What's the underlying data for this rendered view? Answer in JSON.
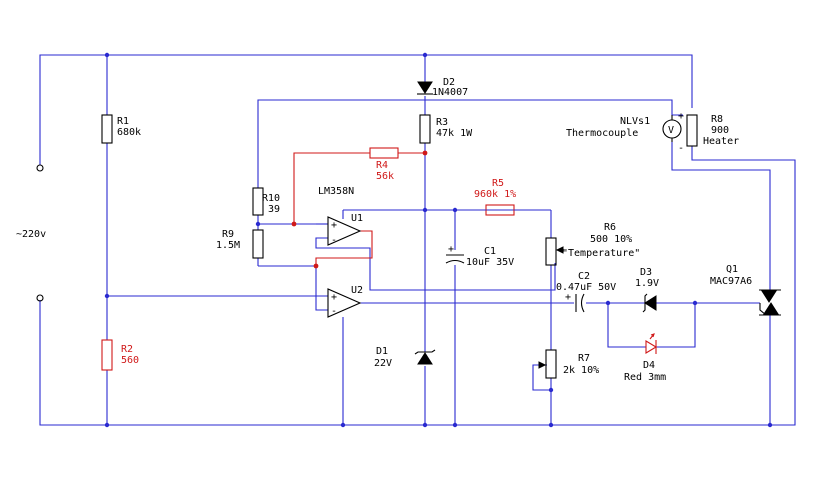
{
  "supply": {
    "label": "~220v"
  },
  "opamp": {
    "part": "LM358N",
    "u1": "U1",
    "u2": "U2"
  },
  "components": {
    "r1": {
      "ref": "R1",
      "value": "680k"
    },
    "r2": {
      "ref": "R2",
      "value": "560"
    },
    "r3": {
      "ref": "R3",
      "value": "47k 1W"
    },
    "r4": {
      "ref": "R4",
      "value": "56k"
    },
    "r5": {
      "ref": "R5",
      "value": "960k 1%"
    },
    "r6": {
      "ref": "R6",
      "value": "500 10%",
      "note": "\"Temperature\""
    },
    "r7": {
      "ref": "R7",
      "value": "2k 10%"
    },
    "r8": {
      "ref": "R8",
      "value": "900",
      "note": "Heater"
    },
    "r9": {
      "ref": "R9",
      "value": "1.5M"
    },
    "r10": {
      "ref": "R10",
      "value": "39"
    },
    "c1": {
      "ref": "C1",
      "value": "10uF 35V"
    },
    "c2": {
      "ref": "C2",
      "value": "0.47uF  50V"
    },
    "d1": {
      "ref": "D1",
      "value": "22V"
    },
    "d2": {
      "ref": "D2",
      "value": "1N4007"
    },
    "d3": {
      "ref": "D3",
      "value": "1.9V"
    },
    "d4": {
      "ref": "D4",
      "value": "Red 3mm"
    },
    "q1": {
      "ref": "Q1",
      "value": "MAC97A6"
    },
    "nlvs1": {
      "ref": "NLVs1",
      "value": "Thermocouple",
      "symbol": "V"
    }
  },
  "pin_marks": {
    "plus": "+",
    "minus": "-"
  },
  "colors": {
    "wire": "#2a2ad0",
    "highlight": "#d01818",
    "component": "#000000"
  }
}
